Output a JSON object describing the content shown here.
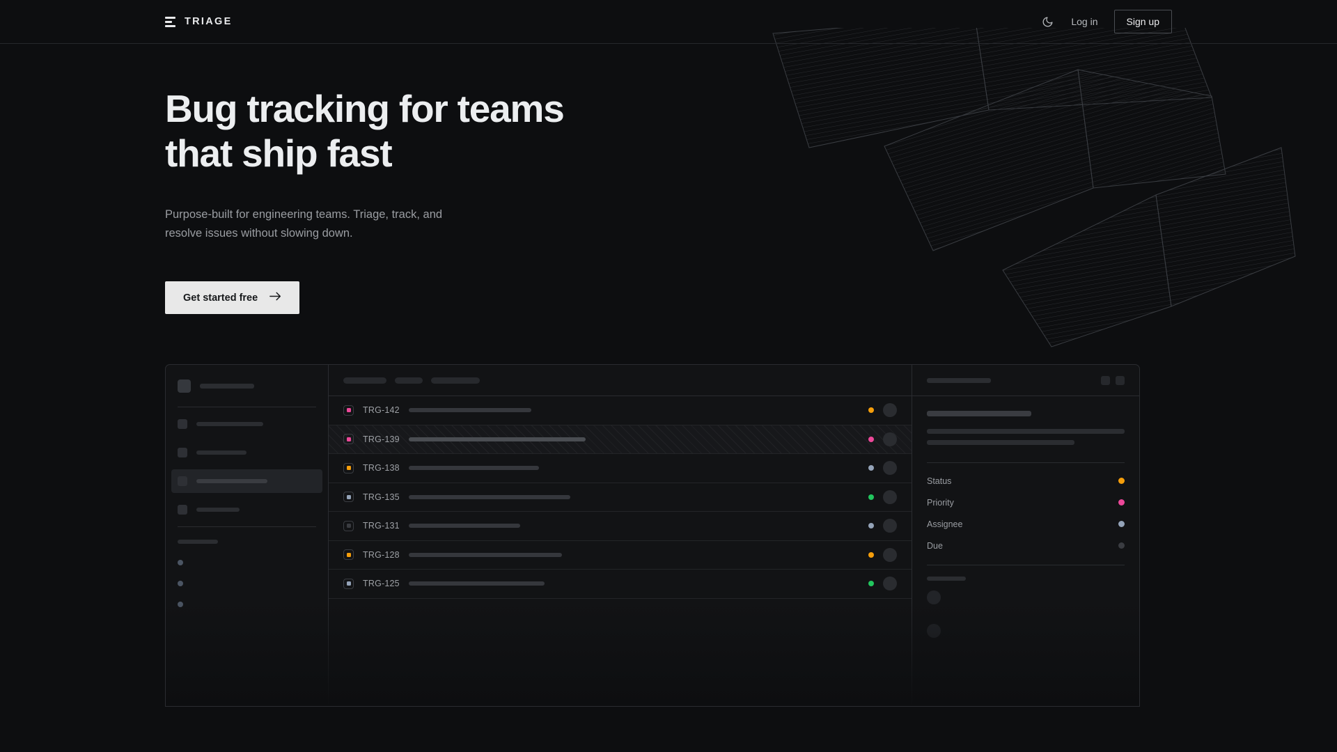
{
  "brand": {
    "name": "TRIAGE",
    "icon": "triage-bars-icon"
  },
  "header": {
    "theme_toggle_icon": "moon-icon",
    "login_label": "Log in",
    "signup_label": "Sign up"
  },
  "hero": {
    "heading": "Bug tracking for teams\nthat ship fast",
    "subheading": "Purpose-built for engineering teams. Triage, track, and\nresolve issues without slowing down.",
    "cta_label": "Get started free",
    "cta_arrow": "arrow-right-icon"
  },
  "colors": {
    "page_bg": "#0d0e10",
    "panel_bg": "#121315",
    "border": "#2a2c30",
    "text_primary": "#eceef0",
    "text_muted": "#9a9da2",
    "cta_bg": "#e8e8e8",
    "status_orange": "#f59e0b",
    "status_pink": "#ec4899",
    "status_slate": "#94a3b8",
    "status_green": "#22c55e",
    "status_none": "#3a3c41"
  },
  "mockup": {
    "sidebar": {
      "workspace_width": 78,
      "nav_widths": [
        96,
        72,
        102,
        62
      ],
      "active_index": 2,
      "section_label_width": 58,
      "project_count": 3
    },
    "list": {
      "filter_chips": [
        62,
        40,
        70
      ],
      "rows": [
        {
          "id": "TRG-142",
          "priority_color": "#ec4899",
          "status_color": "#f59e0b",
          "title_width": 176,
          "selected": false
        },
        {
          "id": "TRG-139",
          "priority_color": "#ec4899",
          "status_color": "#ec4899",
          "title_width": 254,
          "selected": true
        },
        {
          "id": "TRG-138",
          "priority_color": "#f59e0b",
          "status_color": "#94a3b8",
          "title_width": 187,
          "selected": false
        },
        {
          "id": "TRG-135",
          "priority_color": "#94a3b8",
          "status_color": "#22c55e",
          "title_width": 232,
          "selected": false
        },
        {
          "id": "TRG-131",
          "priority_color": "#3a3c41",
          "status_color": "#94a3b8",
          "title_width": 160,
          "selected": false
        },
        {
          "id": "TRG-128",
          "priority_color": "#f59e0b",
          "status_color": "#f59e0b",
          "title_width": 220,
          "selected": false
        },
        {
          "id": "TRG-125",
          "priority_color": "#94a3b8",
          "status_color": "#22c55e",
          "title_width": 195,
          "selected": false
        }
      ]
    },
    "detail": {
      "header_skeleton_width": 92,
      "header_icons": [
        "detail-action-icon-1",
        "detail-action-icon-2"
      ],
      "title_skeleton_width": 150,
      "desc_line_widths": [
        284,
        212
      ],
      "meta": [
        {
          "label": "Status",
          "color": "#f59e0b"
        },
        {
          "label": "Priority",
          "color": "#ec4899"
        },
        {
          "label": "Assignee",
          "color": "#94a3b8"
        },
        {
          "label": "Due",
          "color": "#3a3c41"
        }
      ],
      "activity_label_width": 56,
      "activity_avatars": 2
    }
  }
}
